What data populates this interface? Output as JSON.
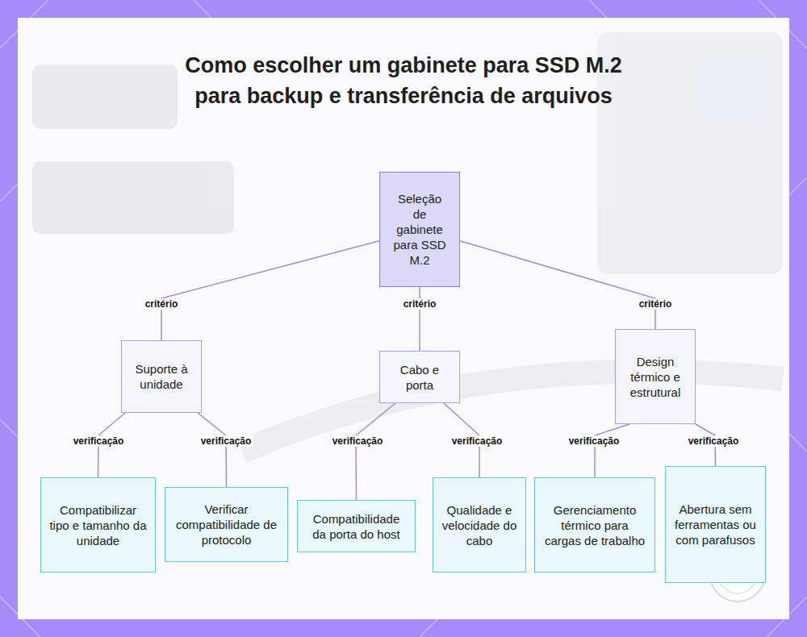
{
  "diagram": {
    "title": "Como escolher um gabinete para SSD M.2 para backup e transferência de arquivos",
    "nodes": [
      {
        "text": [
          "Seleção de gabinete para SSD M.2"
        ]
      },
      {
        "text": [
          "Suporte à unidade"
        ]
      },
      {
        "text": [
          "Cabo e porta"
        ]
      },
      {
        "text": [
          "Design térmico e estrutural"
        ]
      },
      {
        "text": [
          "Compatibilizar tipo e tamanho da unidade"
        ]
      },
      {
        "text": [
          "Verificar compatibilidade de protocolo"
        ]
      },
      {
        "text": [
          "Compatibilidade da porta do host"
        ]
      },
      {
        "text": [
          "Qualidade e velocidade do cabo"
        ]
      },
      {
        "text": [
          "Gerenciamento térmico para cargas de trabalho"
        ]
      },
      {
        "text": [
          "Abertura sem ferramentas ou com parafusos"
        ]
      }
    ],
    "edges": [
      {
        "from": 0,
        "to": 1,
        "label": "critério",
        "arrow": "none"
      },
      {
        "from": 0,
        "to": 2,
        "label": "critério",
        "arrow": "none"
      },
      {
        "from": 0,
        "to": 3,
        "label": "critério",
        "arrow": "none"
      },
      {
        "from": 1,
        "to": 4,
        "label": "verificação",
        "arrow": "none"
      },
      {
        "from": 1,
        "to": 5,
        "label": "verificação",
        "arrow": "none"
      },
      {
        "from": 2,
        "to": 6,
        "label": "verificação",
        "arrow": "none"
      },
      {
        "from": 2,
        "to": 7,
        "label": "verificação",
        "arrow": "none"
      },
      {
        "from": 3,
        "to": 8,
        "label": "verificação",
        "arrow": "none"
      },
      {
        "from": 3,
        "to": 9,
        "label": "verificação",
        "arrow": "none"
      }
    ]
  }
}
